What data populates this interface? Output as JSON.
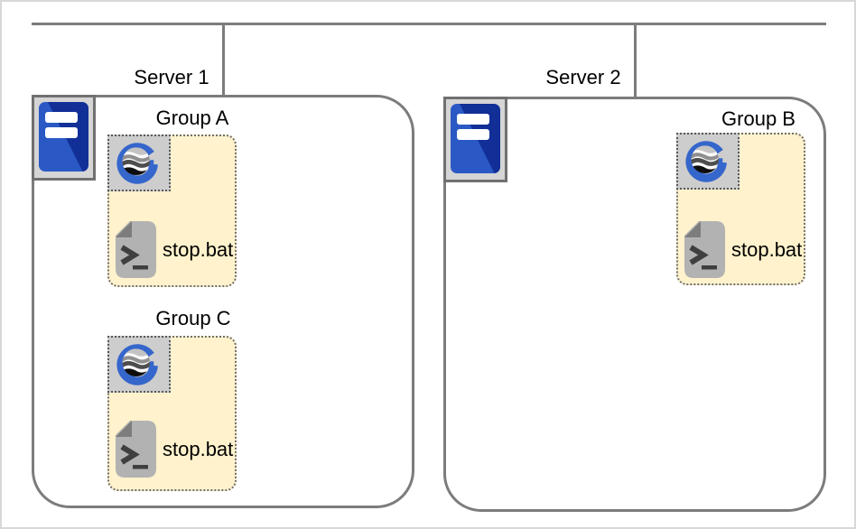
{
  "diagram": {
    "type": "server-group-topology",
    "servers": [
      {
        "label": "Server 1",
        "groups": [
          {
            "label": "Group A",
            "app_icon": "g-globe-logo-icon",
            "script_label": "stop.bat"
          },
          {
            "label": "Group C",
            "app_icon": "g-globe-logo-icon",
            "script_label": "stop.bat"
          }
        ]
      },
      {
        "label": "Server 2",
        "groups": [
          {
            "label": "Group B",
            "app_icon": "g-globe-logo-icon",
            "script_label": "stop.bat"
          }
        ]
      }
    ],
    "icons": {
      "server": "server-tower-icon",
      "group_app": "g-globe-logo-icon",
      "script": "terminal-script-file-icon"
    },
    "colors": {
      "connector_gray": "#7c7c7c",
      "group_fill": "#fff2cc",
      "group_border": "#6e6e6e",
      "icon_panel_gray": "#d5d5d5",
      "logo_blue": "#3566cb",
      "tower_blue_light": "#2a59c5",
      "tower_blue_dark": "#112f97",
      "document_gray": "#b2b2b2",
      "text": "#000000"
    }
  },
  "servers": [
    {
      "label": "Server 1",
      "groups": [
        {
          "label": "Group A",
          "script_label": "stop.bat"
        },
        {
          "label": "Group C",
          "script_label": "stop.bat"
        }
      ]
    },
    {
      "label": "Server 2",
      "groups": [
        {
          "label": "Group B",
          "script_label": "stop.bat"
        }
      ]
    }
  ]
}
